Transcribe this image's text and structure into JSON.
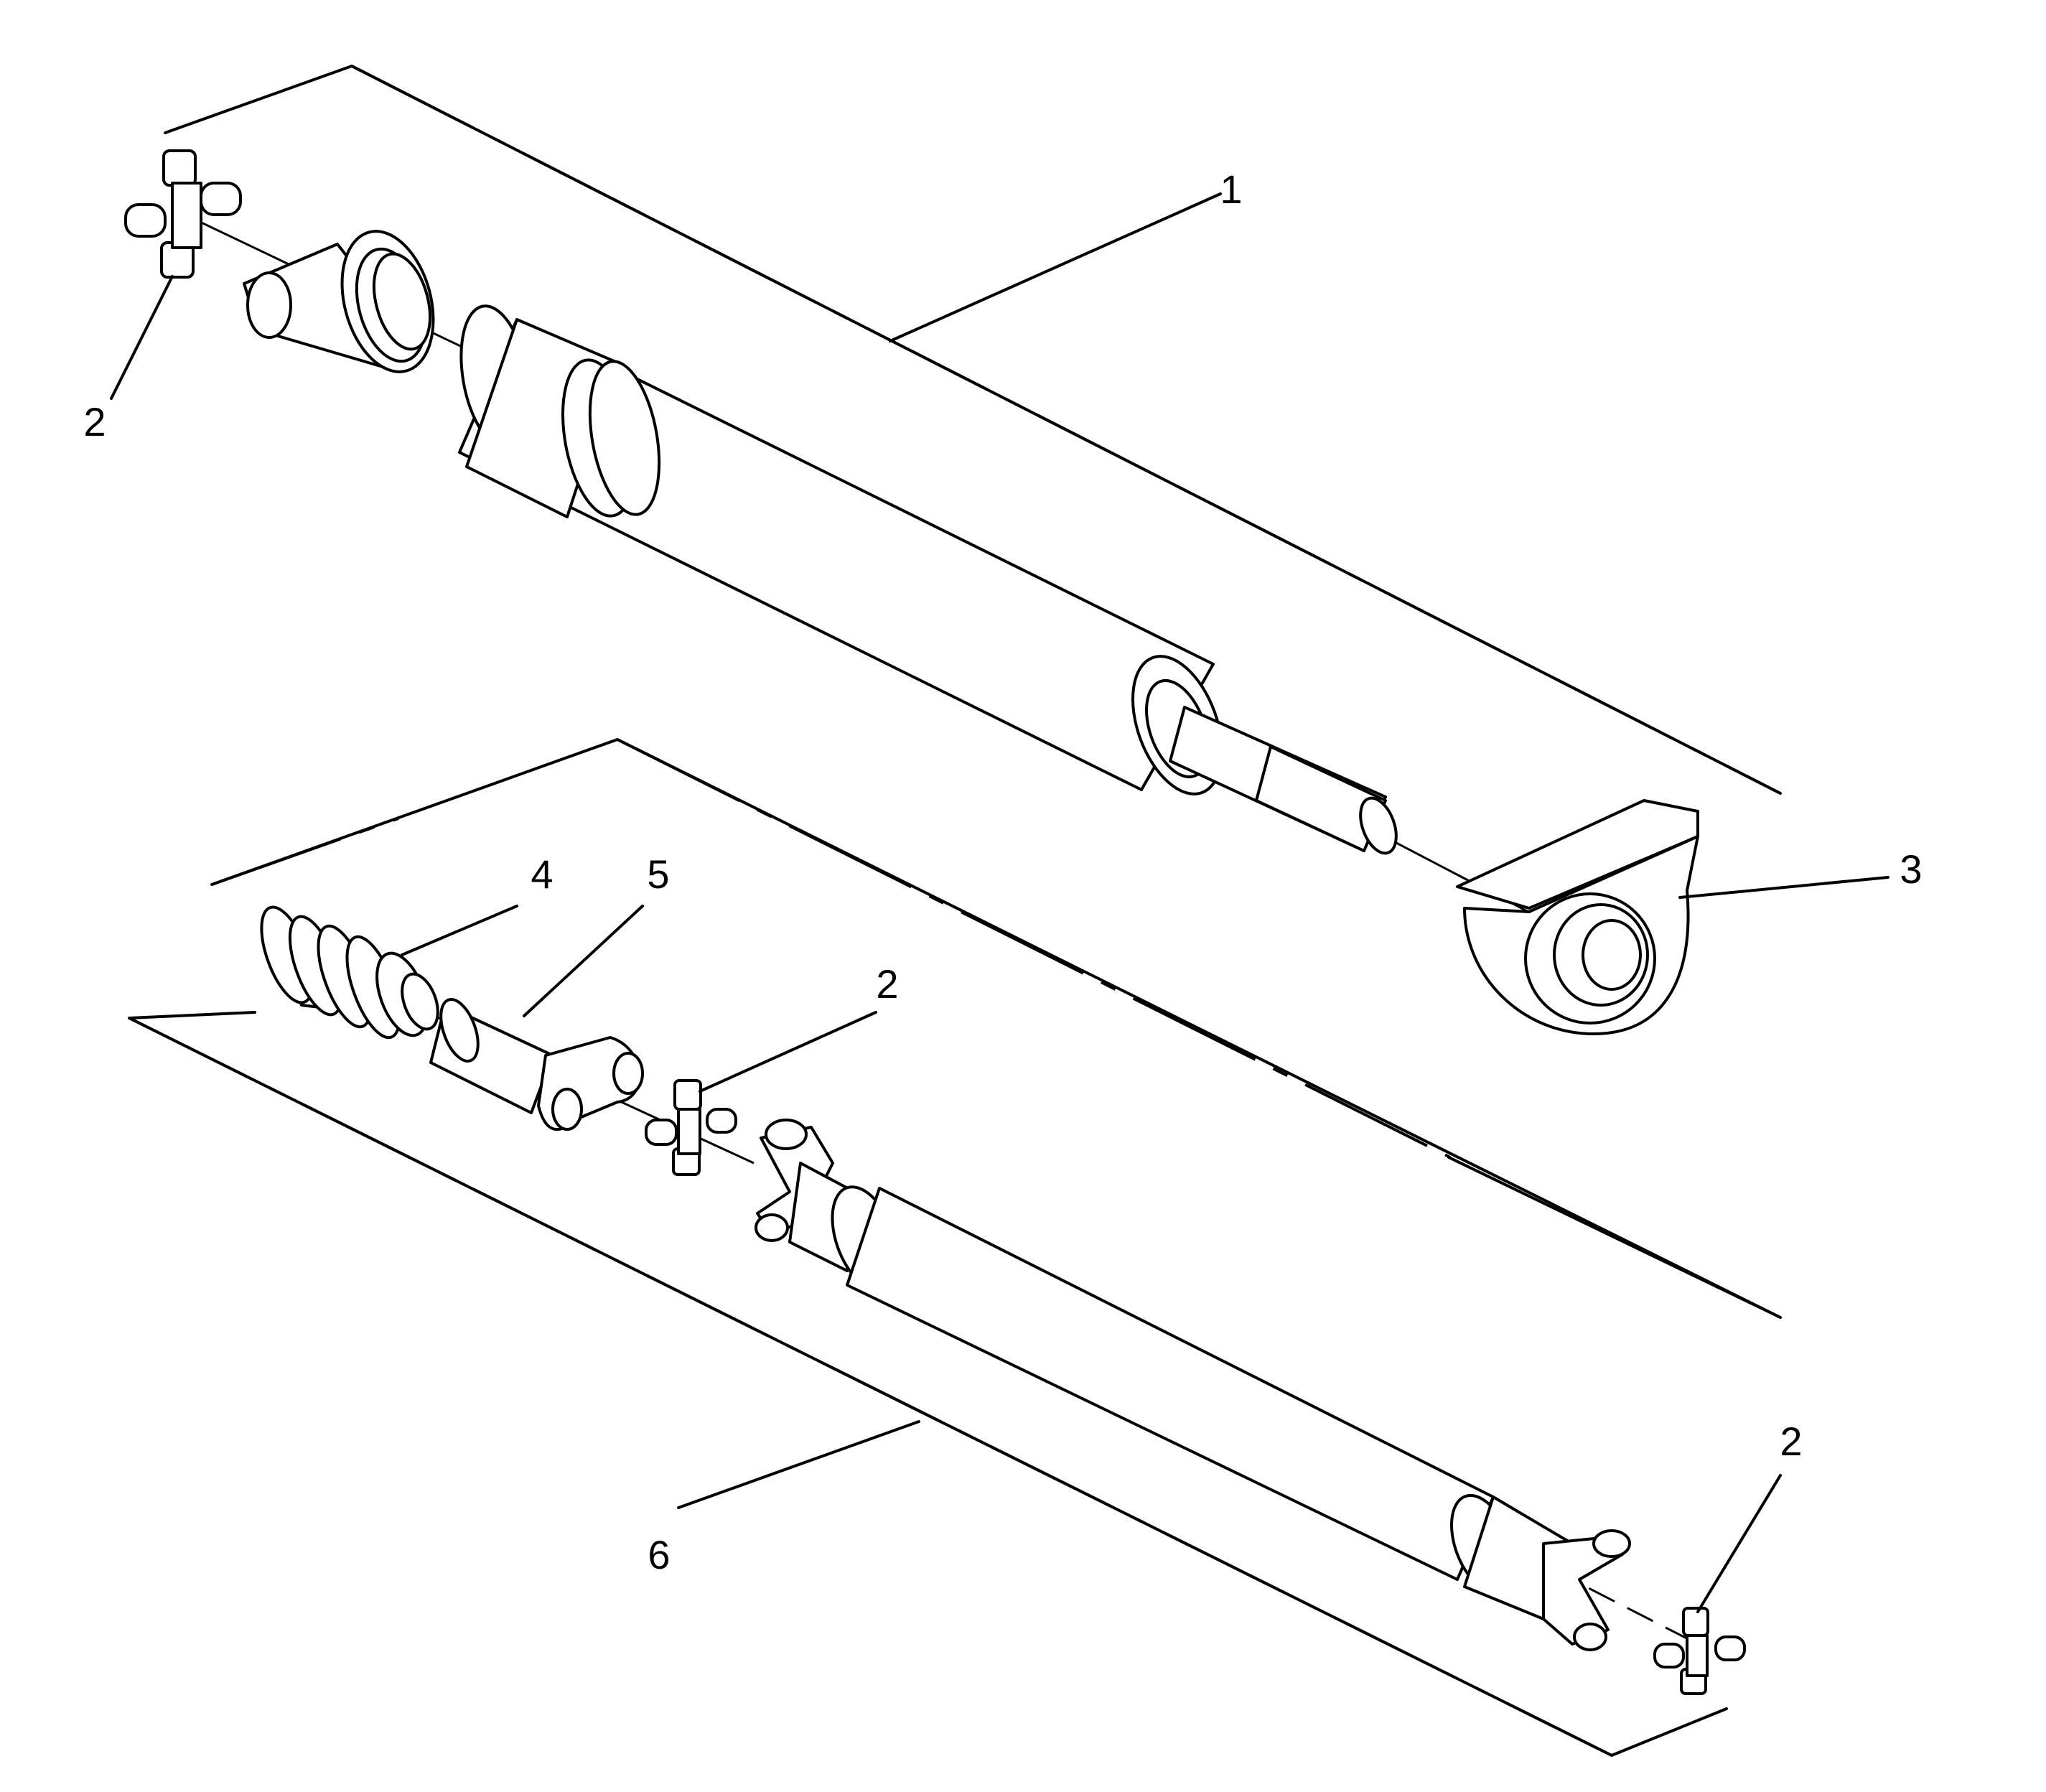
{
  "colors": {
    "line": "#000000",
    "fill": "#ffffff"
  },
  "callouts": [
    {
      "id": "c1",
      "label": "1",
      "part": "front-propeller-shaft"
    },
    {
      "id": "c2a",
      "label": "2",
      "part": "universal-joint"
    },
    {
      "id": "c2b",
      "label": "2",
      "part": "universal-joint"
    },
    {
      "id": "c2c",
      "label": "2",
      "part": "universal-joint"
    },
    {
      "id": "c3",
      "label": "3",
      "part": "center-support-bearing"
    },
    {
      "id": "c4",
      "label": "4",
      "part": "boot"
    },
    {
      "id": "c5",
      "label": "5",
      "part": "slip-yoke"
    },
    {
      "id": "c6",
      "label": "6",
      "part": "rear-propeller-shaft"
    }
  ]
}
